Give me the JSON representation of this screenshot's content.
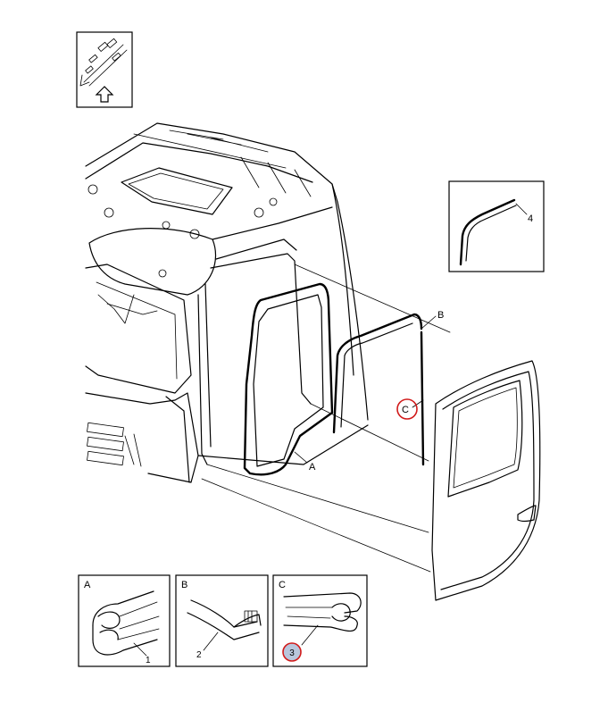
{
  "callouts": {
    "seal_a": "A",
    "seal_b": "B",
    "seal_c": "C",
    "part_4": "4"
  },
  "details": [
    {
      "letter": "A",
      "part_number": "1"
    },
    {
      "letter": "B",
      "part_number": "2"
    },
    {
      "letter": "C",
      "part_number": "3"
    }
  ],
  "colors": {
    "highlight_ring": "#d11a1a",
    "selected_badge_fill": "#b9c6dc",
    "line": "#000000"
  }
}
